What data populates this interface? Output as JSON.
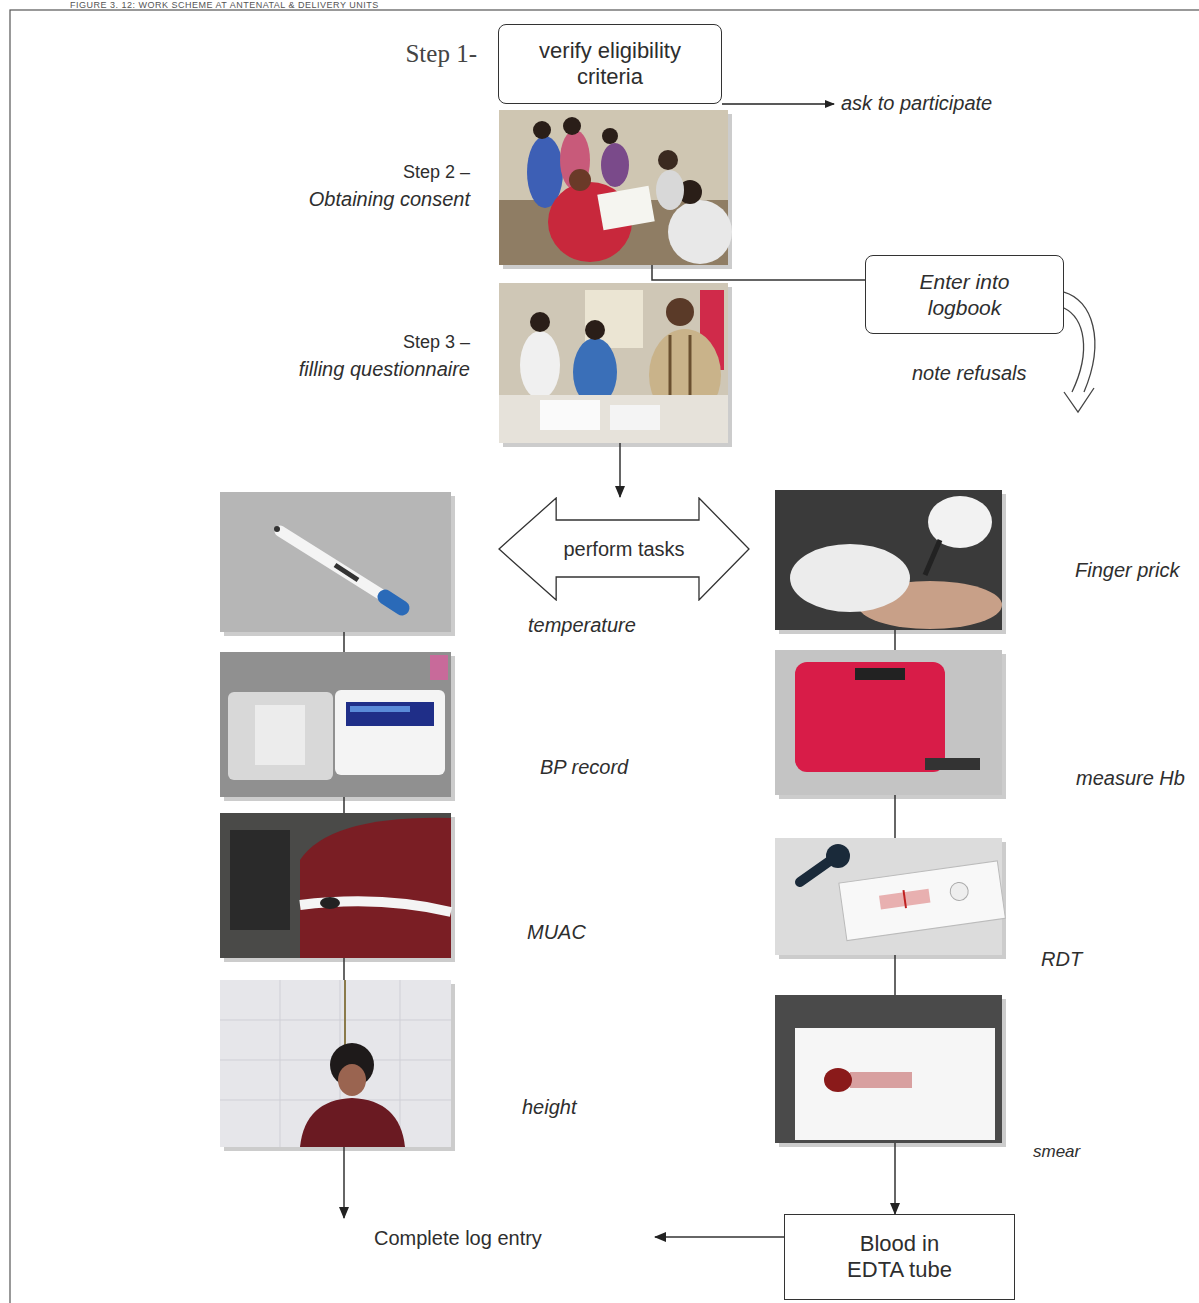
{
  "diagram": {
    "title": "FIGURE 3. 12: WORK SCHEME AT ANTENATAL & DELIVERY UNITS",
    "nodes": [
      {
        "text": [
          "Step 1-",
          "verify eligibility criteria"
        ]
      },
      {
        "text": [
          "Step 2 –",
          "Obtaining consent"
        ]
      },
      {
        "text": [
          "Enter into logbook"
        ]
      },
      {
        "text": [
          "Step 3 –",
          "filling questionnaire"
        ]
      },
      {
        "text": [
          "perform tasks"
        ]
      },
      {
        "text": [
          "temperature"
        ]
      },
      {
        "text": [
          "BP record"
        ]
      },
      {
        "text": [
          "MUAC"
        ]
      },
      {
        "text": [
          "height"
        ]
      },
      {
        "text": [
          "Finger prick"
        ]
      },
      {
        "text": [
          "measure Hb"
        ]
      },
      {
        "text": [
          "RDT"
        ]
      },
      {
        "text": [
          "smear"
        ]
      },
      {
        "text": [
          "Blood in EDTA tube"
        ]
      },
      {
        "text": [
          "Complete log entry"
        ]
      }
    ],
    "edges": [
      {
        "from": 1,
        "to": 2,
        "arrow": "none"
      },
      {
        "from": 3,
        "to": 4,
        "arrow": "to"
      },
      {
        "from": 5,
        "to": 6,
        "arrow": "none"
      },
      {
        "from": 6,
        "to": 7,
        "arrow": "none"
      },
      {
        "from": 7,
        "to": 8,
        "arrow": "none"
      },
      {
        "from": 8,
        "to": 14,
        "arrow": "to"
      },
      {
        "from": 9,
        "to": 10,
        "arrow": "none"
      },
      {
        "from": 10,
        "to": 11,
        "arrow": "none"
      },
      {
        "from": 11,
        "to": 12,
        "arrow": "none"
      },
      {
        "from": 12,
        "to": 13,
        "arrow": "to"
      },
      {
        "from": 13,
        "to": 14,
        "arrow": "to"
      }
    ],
    "labels": [
      "ask to participate",
      "note refusals"
    ]
  }
}
